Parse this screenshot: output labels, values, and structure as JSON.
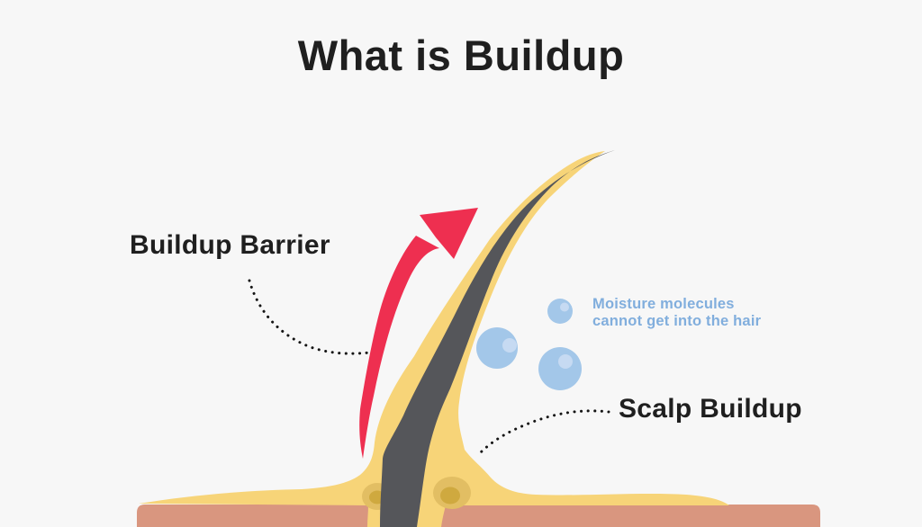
{
  "title": "What is Buildup",
  "labels": {
    "buildup_barrier": "Buildup Barrier",
    "scalp_buildup": "Scalp Buildup"
  },
  "caption": {
    "line1": "Moisture molecules",
    "line2": "cannot get into the hair"
  },
  "colors": {
    "background": "#f7f7f7",
    "skin_pink": "#d9967f",
    "sebum_yellow": "#f7d478",
    "blob_outer": "#e2be63",
    "blob_inner": "#cfa93f",
    "hair_gray": "#55565a",
    "arrow_red": "#ee2f50",
    "molecule_blue": "#a3c7e9",
    "molecule_highlight": "#c6daf2",
    "caption_blue": "#81aedd",
    "text_dark": "#1f1f1f",
    "dot_black": "#141414"
  }
}
